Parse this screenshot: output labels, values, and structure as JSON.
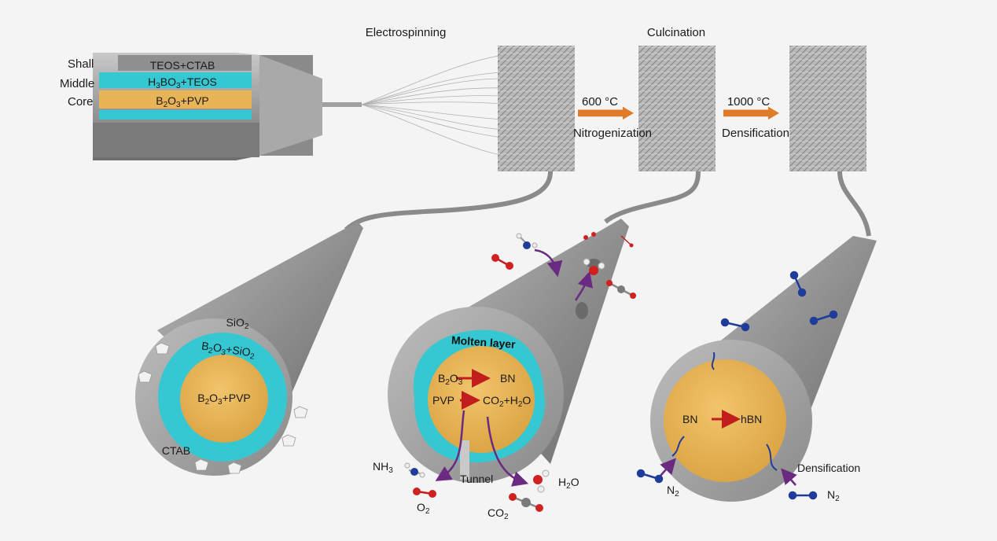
{
  "titles": {
    "electrospinning": "Electrospinning",
    "calcination": "Culcination"
  },
  "nozzle": {
    "labels": {
      "shell": "Shall",
      "middle": "Middle",
      "core": "Core"
    },
    "layers": {
      "shell": "TEOS+CTAB",
      "middle": {
        "p1": "H",
        "s1": "3",
        "p2": "BO",
        "s2": "3",
        "p3": "+TEOS"
      },
      "core": {
        "p1": "B",
        "s1": "2",
        "p2": "O",
        "s2": "3",
        "p3": "+PVP"
      }
    }
  },
  "steps": [
    {
      "temp": "600 °C",
      "name": "Nitrogenization"
    },
    {
      "temp": "1000 °C",
      "name": "Densification"
    }
  ],
  "fiber1": {
    "shell": {
      "p1": "SiO",
      "s1": "2"
    },
    "middle": {
      "p1": "B",
      "s1": "2",
      "p2": "O",
      "s2": "3",
      "p3": "+SiO",
      "s3": "2"
    },
    "core": {
      "p1": "B",
      "s1": "2",
      "p2": "O",
      "s2": "3",
      "p3": "+PVP"
    },
    "template": "CTAB"
  },
  "fiber2": {
    "molten": "Molten layer",
    "reaction1": {
      "p1": "B",
      "s1": "2",
      "p2": "O",
      "s2": "3",
      "product": "BN"
    },
    "reaction2": {
      "reactant": "PVP",
      "p1": "CO",
      "s1": "2",
      "p2": "+H",
      "s2": "2",
      "p3": "O"
    },
    "tunnel": "Tunnel",
    "gases": {
      "nh3": {
        "p1": "NH",
        "s1": "3"
      },
      "o2": {
        "p1": "O",
        "s1": "2"
      },
      "co2": {
        "p1": "CO",
        "s1": "2"
      },
      "h2o": {
        "p1": "H",
        "s1": "2",
        "p2": "O"
      }
    }
  },
  "fiber3": {
    "reaction": {
      "reactant": "BN",
      "product": "hBN"
    },
    "label": "Densification",
    "n2_left": {
      "p1": "N",
      "s1": "2"
    },
    "n2_right": {
      "p1": "N",
      "s1": "2"
    }
  },
  "colors": {
    "shell": "#9c9c9c",
    "cyan": "#35c8d2",
    "core": "#e9b456",
    "arrow": "#e07c27",
    "red": "#c21d1d",
    "purple": "#6b2a82",
    "nitrogen": "#1f3c9a",
    "oxygen": "#d02020",
    "carbon": "#7a7a7a"
  }
}
